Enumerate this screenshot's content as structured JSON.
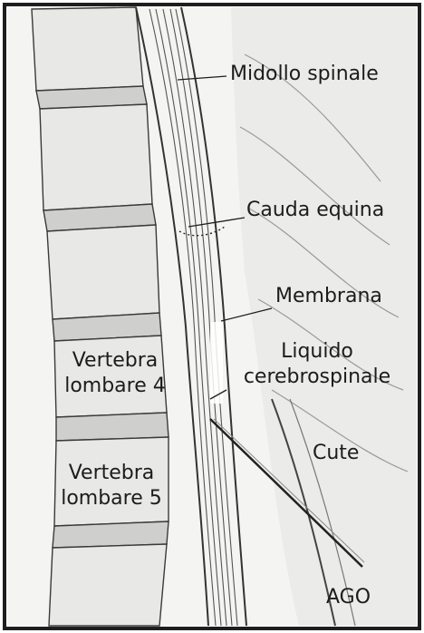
{
  "labels": {
    "spinal_cord": "Midollo spinale",
    "cauda_equina": "Cauda equina",
    "membrane": "Membrana",
    "csf_line1": "Liquido",
    "csf_line2": "cerebrospinale",
    "l4_line1": "Vertebra",
    "l4_line2": "lombare 4",
    "l5_line1": "Vertebra",
    "l5_line2": "lombare 5",
    "skin": "Cute",
    "needle": "AGO"
  },
  "colors": {
    "frame": "#1e1e1e",
    "paper": "#f4f4f2",
    "vertebra": "#e8e8e6",
    "disc": "#cfcfcd",
    "stroke": "#3a3a3a",
    "text": "#1c1c1c"
  }
}
